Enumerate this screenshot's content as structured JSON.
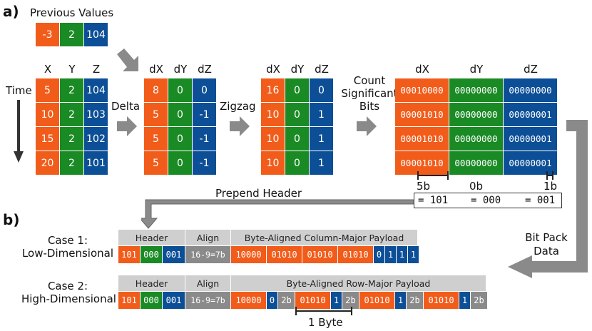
{
  "panel_a_label": "a)",
  "panel_b_label": "b)",
  "previous_values": {
    "title": "Previous Values",
    "values": [
      "-3",
      "2",
      "104"
    ]
  },
  "time_label": "Time",
  "original": {
    "headers": [
      "X",
      "Y",
      "Z"
    ],
    "rows": [
      [
        "5",
        "2",
        "104"
      ],
      [
        "10",
        "2",
        "103"
      ],
      [
        "15",
        "2",
        "102"
      ],
      [
        "20",
        "2",
        "101"
      ]
    ]
  },
  "delta_label": "Delta",
  "delta": {
    "headers": [
      "dX",
      "dY",
      "dZ"
    ],
    "rows": [
      [
        "8",
        "0",
        "0"
      ],
      [
        "5",
        "0",
        "-1"
      ],
      [
        "5",
        "0",
        "-1"
      ],
      [
        "5",
        "0",
        "-1"
      ]
    ]
  },
  "zigzag_label": "Zigzag",
  "zigzag": {
    "headers": [
      "dX",
      "dY",
      "dZ"
    ],
    "rows": [
      [
        "16",
        "0",
        "0"
      ],
      [
        "10",
        "0",
        "1"
      ],
      [
        "10",
        "0",
        "1"
      ],
      [
        "10",
        "0",
        "1"
      ]
    ]
  },
  "count_label": [
    "Count",
    "Significant",
    "Bits"
  ],
  "binary": {
    "headers": [
      "dX",
      "dY",
      "dZ"
    ],
    "rows": [
      [
        "00010000",
        "00000000",
        "00000000"
      ],
      [
        "00001010",
        "00000000",
        "00000001"
      ],
      [
        "00001010",
        "00000000",
        "00000001"
      ],
      [
        "00001010",
        "00000000",
        "00000001"
      ]
    ]
  },
  "bit_counts": [
    "5b",
    "0b",
    "1b"
  ],
  "header_values": [
    "= 101",
    "= 000",
    "= 001"
  ],
  "prepend_header_label": "Prepend Header",
  "bit_pack_label": [
    "Bit Pack",
    "Data"
  ],
  "case1": {
    "label": [
      "Case 1:",
      "Low-Dimensional"
    ],
    "header_title": "Header",
    "align_title": "Align",
    "payload_title": "Byte-Aligned Column-Major Payload",
    "header_bits": [
      "101",
      "000",
      "001"
    ],
    "align_text": "16-9=7b",
    "payload": [
      "10000",
      "01010",
      "01010",
      "01010",
      "0",
      "1",
      "1",
      "1"
    ]
  },
  "case2": {
    "label": [
      "Case 2:",
      "High-Dimensional"
    ],
    "header_title": "Header",
    "align_title": "Align",
    "payload_title": "Byte-Aligned Row-Major Payload",
    "header_bits": [
      "101",
      "000",
      "001"
    ],
    "align_text": "16-9=7b",
    "payload": [
      "10000",
      "0",
      "2b",
      "01010",
      "1",
      "2b",
      "01010",
      "1",
      "2b",
      "01010",
      "1",
      "2b"
    ]
  },
  "byte_label": "1 Byte"
}
